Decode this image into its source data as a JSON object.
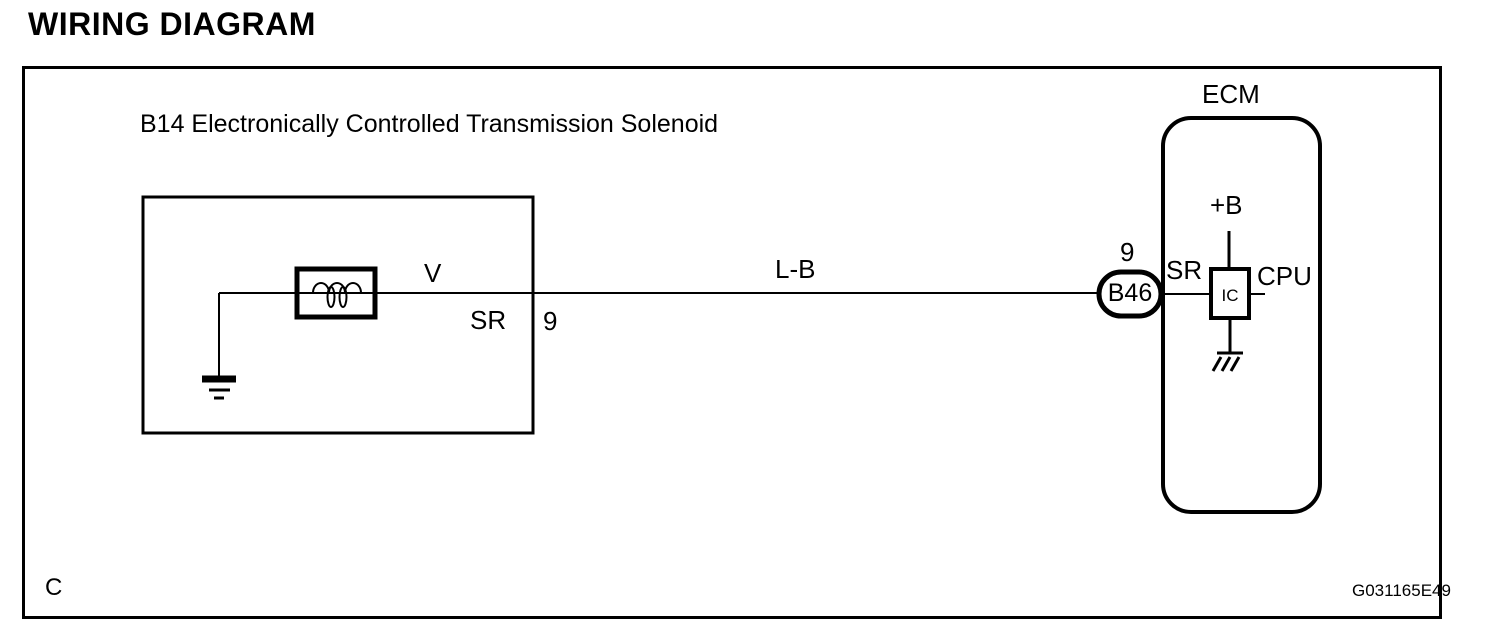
{
  "page": {
    "title": "WIRING DIAGRAM",
    "footer_marker": "C",
    "figure_code": "G031165E49"
  },
  "diagram": {
    "component_label": "B14 Electronically Controlled Transmission Solenoid",
    "solenoid": {
      "terminal_v": "V",
      "terminal_sr": "SR",
      "pin_number": "9"
    },
    "wire": {
      "color_code": "L-B"
    },
    "connector": {
      "id": "B46",
      "pin_number": "9"
    },
    "ecm": {
      "label": "ECM",
      "power_terminal": "+B",
      "terminal_sr": "SR",
      "ic_label": "IC",
      "cpu_label": "CPU"
    }
  },
  "colors": {
    "line": "#000000",
    "background": "#ffffff"
  }
}
